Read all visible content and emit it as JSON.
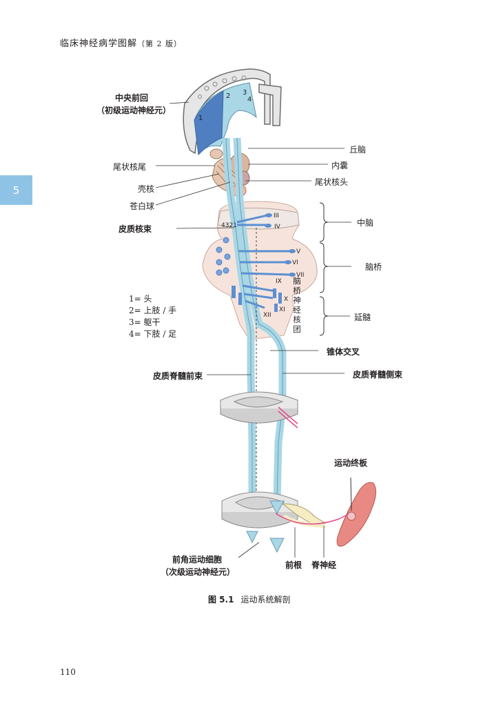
{
  "header": {
    "title": "临床神经病学图解",
    "edition": "（第 2 版）"
  },
  "chapter_tab": "5",
  "figure": {
    "labels": {
      "precentral_gyrus": "中央前回",
      "upper_motor_neuron": "（初级运动神经元）",
      "caudate_tail": "尾状核尾",
      "putamen": "壳核",
      "globus_pallidus": "苍白球",
      "corticobulbar_tract": "皮质核束",
      "thalamus": "丘脑",
      "internal_capsule": "内囊",
      "caudate_head": "尾状核头",
      "midbrain": "中脑",
      "pons": "脑桥",
      "medulla": "延髓",
      "pyramidal_decussation": "锥体交叉",
      "anterior_corticospinal": "皮质脊髓前束",
      "lateral_corticospinal": "皮质脊髓侧束",
      "motor_endplate": "运动终板",
      "anterior_horn_cell": "前角运动细胞",
      "lower_motor_neuron": "（次级运动神经元）",
      "anterior_root": "前根",
      "spinal_nerve": "脊神经",
      "cranial_nuclei_chars": [
        "脑",
        "桥",
        "神",
        "经",
        "核",
        "团"
      ]
    },
    "cortex_numbers": [
      "1",
      "2",
      "3",
      "4"
    ],
    "tract_numbers": "4321",
    "cranial_nerves": [
      "III",
      "IV",
      "V",
      "VI",
      "VII",
      "IX",
      "X",
      "XI",
      "XII"
    ],
    "key": [
      "1= 头",
      "2= 上肢 / 手",
      "3= 躯干",
      "4= 下肢 / 足"
    ],
    "caption_number": "图 5.1",
    "caption_text": "运动系统解剖"
  },
  "page_number": "110",
  "colors": {
    "tract_blue": "#a9d7e6",
    "tract_stroke": "#6a9db4",
    "cortex_dark_blue": "#4f7fc1",
    "nucleus_blue": "#5c8fd1",
    "brainstem_pink": "#f6e4dc",
    "basal_ganglia_tan": "#e6c8b2",
    "muscle_red": "#e88a83",
    "nerve_yellow": "#f5ecc4",
    "tab_blue": "#8fc3e6"
  }
}
